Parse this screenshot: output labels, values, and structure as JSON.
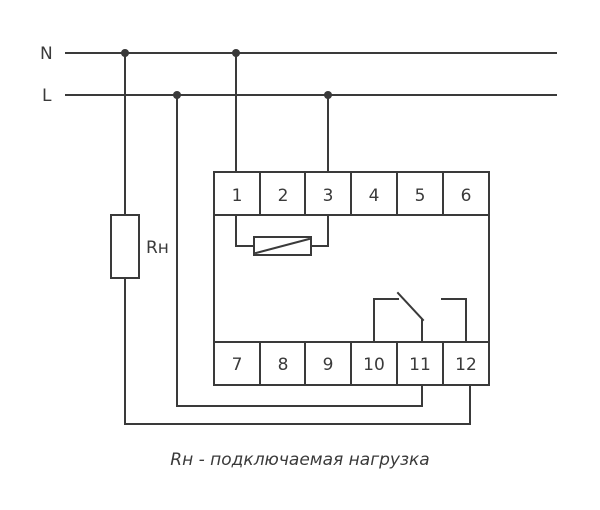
{
  "lines": {
    "neutral": "N",
    "live": "L"
  },
  "load_label": "Rн",
  "terminals_top": [
    "1",
    "2",
    "3",
    "4",
    "5",
    "6"
  ],
  "terminals_bottom": [
    "7",
    "8",
    "9",
    "10",
    "11",
    "12"
  ],
  "caption": "Rн - подключаемая нагрузка",
  "colors": {
    "line": "#3a3a3a",
    "background": "#ffffff"
  }
}
